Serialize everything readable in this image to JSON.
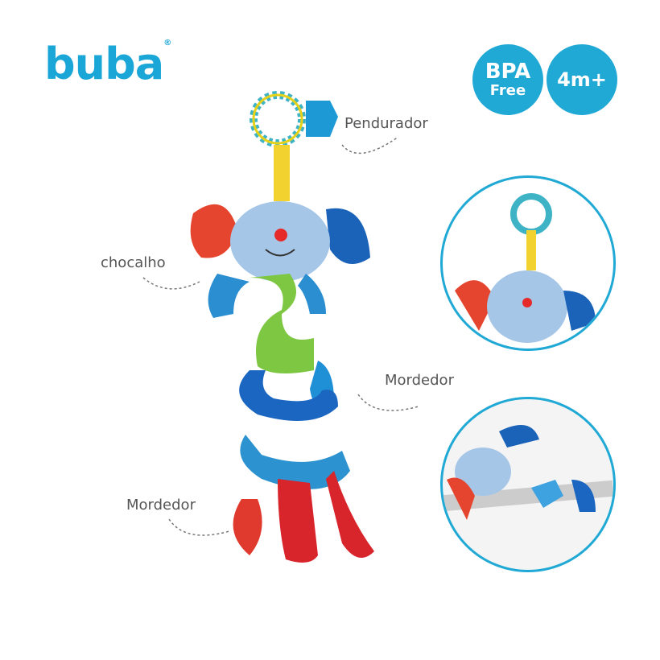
{
  "brand": {
    "logo": "buba",
    "registered": "®"
  },
  "badges": [
    {
      "line1": "BPA",
      "line2": "Free"
    },
    {
      "line1": "4m+"
    }
  ],
  "labels": {
    "hanger": "Pendurador",
    "rattle": "chocalho",
    "teether1": "Mordedor",
    "teether2": "Mordedor"
  },
  "colors": {
    "brand": "#21a9d6"
  }
}
